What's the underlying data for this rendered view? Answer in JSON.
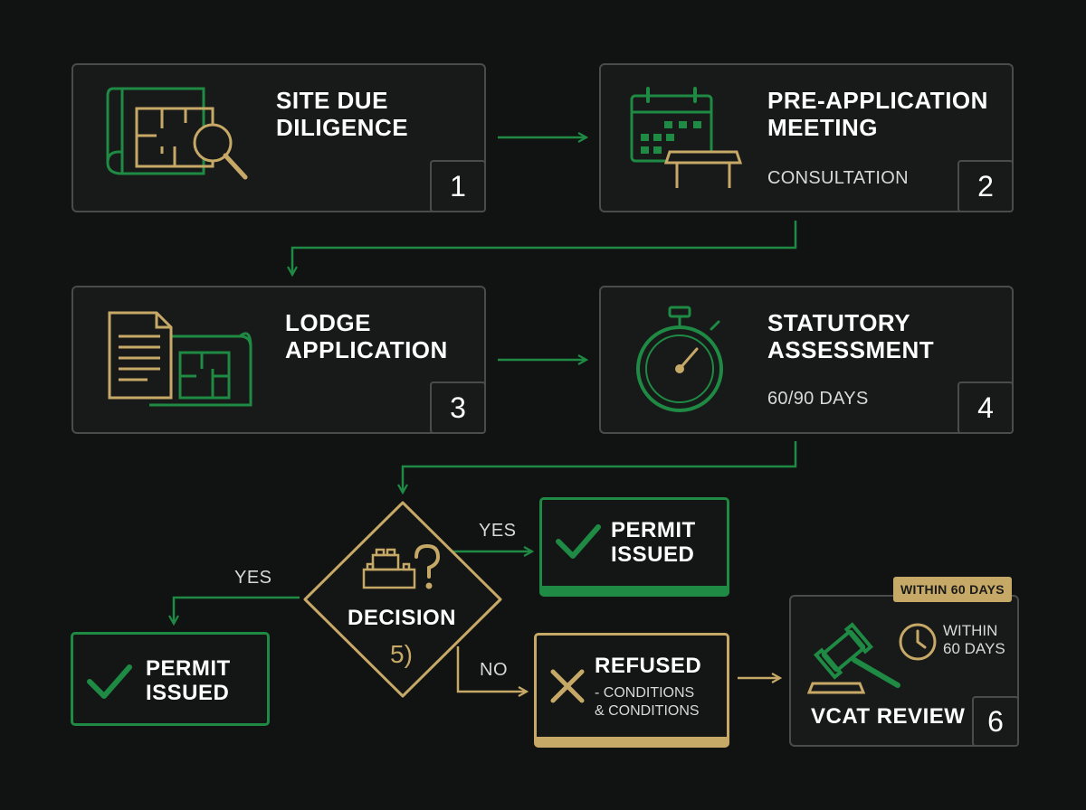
{
  "steps": [
    {
      "title": "SITE DUE\nDILIGENCE",
      "subtitle": "",
      "number": "1",
      "icon": "site-plan-magnifier-icon"
    },
    {
      "title": "PRE-APPLICATION\nMEETING",
      "subtitle": "CONSULTATION",
      "number": "2",
      "icon": "calendar-table-icon"
    },
    {
      "title": "LODGE\nAPPLICATION",
      "subtitle": "",
      "number": "3",
      "icon": "document-plan-icon"
    },
    {
      "title": "STATUTORY\nASSESSMENT",
      "subtitle": "60/90 DAYS",
      "number": "4",
      "icon": "stopwatch-icon"
    }
  ],
  "decision": {
    "title": "DECISION",
    "number": "5)",
    "icon": "blocks-question-icon"
  },
  "edges": {
    "yes_right": "YES",
    "yes_left": "YES",
    "no": "NO"
  },
  "outcomes": {
    "permit_right": {
      "title": "PERMIT\nISSUED",
      "icon": "checkmark-icon"
    },
    "permit_left": {
      "title": "PERMIT\nISSUED",
      "icon": "checkmark-icon"
    },
    "refused": {
      "title": "REFUSED",
      "subtitle": "- CONDITIONS\n& CONDITIONS",
      "icon": "cross-icon"
    }
  },
  "vcat": {
    "title": "VCAT REVIEW",
    "number": "6",
    "badge": "WITHIN 60 DAYS",
    "clock_text": "WITHIN\n60 DAYS",
    "icon": "gavel-icon"
  },
  "colors": {
    "green": "#1e8a43",
    "gold": "#c7a967",
    "border": "#4a4c4c",
    "background": "#111212"
  }
}
